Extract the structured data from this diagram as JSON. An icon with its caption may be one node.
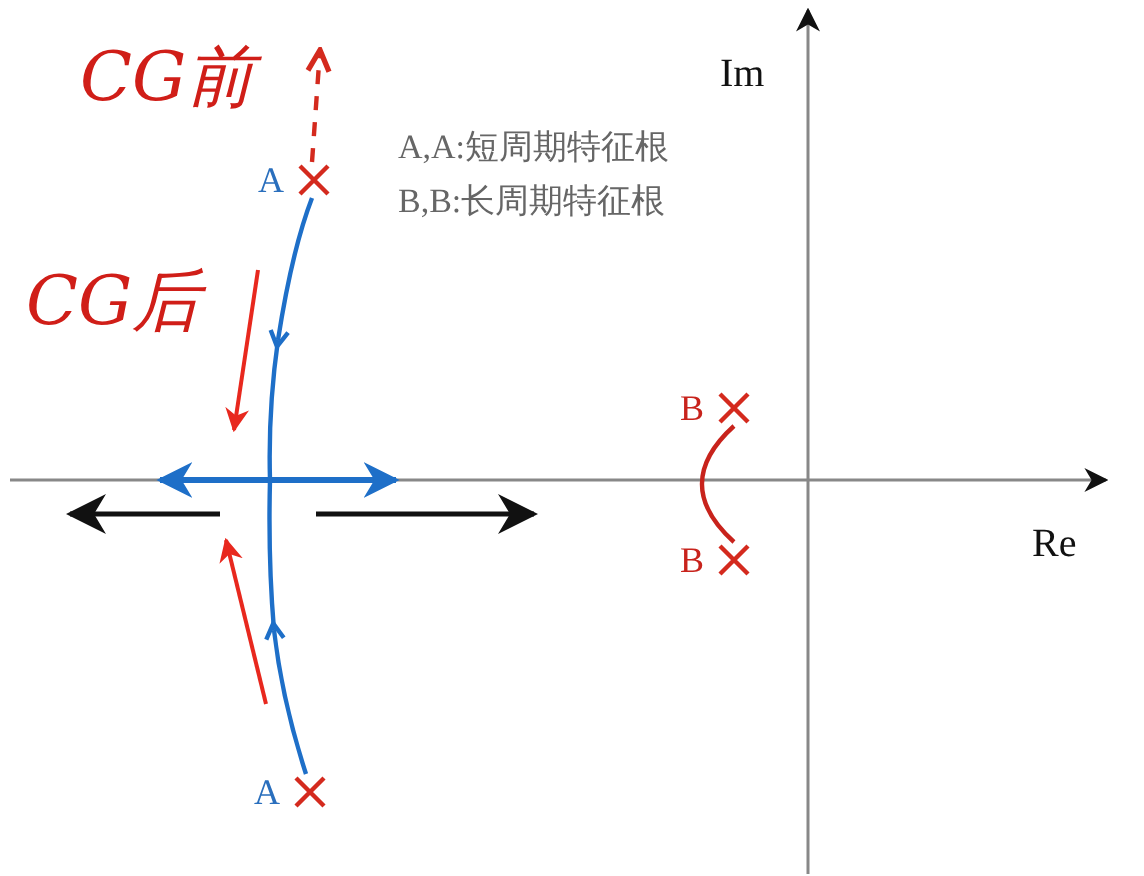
{
  "diagram": {
    "nodes": [
      {
        "text": [
          "A"
        ]
      },
      {
        "text": [
          "A"
        ]
      },
      {
        "text": [
          "B"
        ]
      },
      {
        "text": [
          "B"
        ]
      }
    ],
    "edges": [
      {
        "from": 0,
        "to": null,
        "arrow": "to",
        "color": "#1e6fc8"
      },
      {
        "from": 1,
        "to": null,
        "arrow": "to",
        "color": "#1e6fc8"
      },
      {
        "from": 0,
        "to": null,
        "arrow": "to",
        "style": "dashed",
        "color": "#d42a1e"
      },
      {
        "from": 2,
        "to": 3,
        "arrow": "none",
        "color": "#c8231c"
      }
    ],
    "labels": [
      "CG前",
      "Im",
      "A,A:短周期特征根",
      "B,B:长周期特征根",
      "CG后",
      "Re"
    ]
  }
}
